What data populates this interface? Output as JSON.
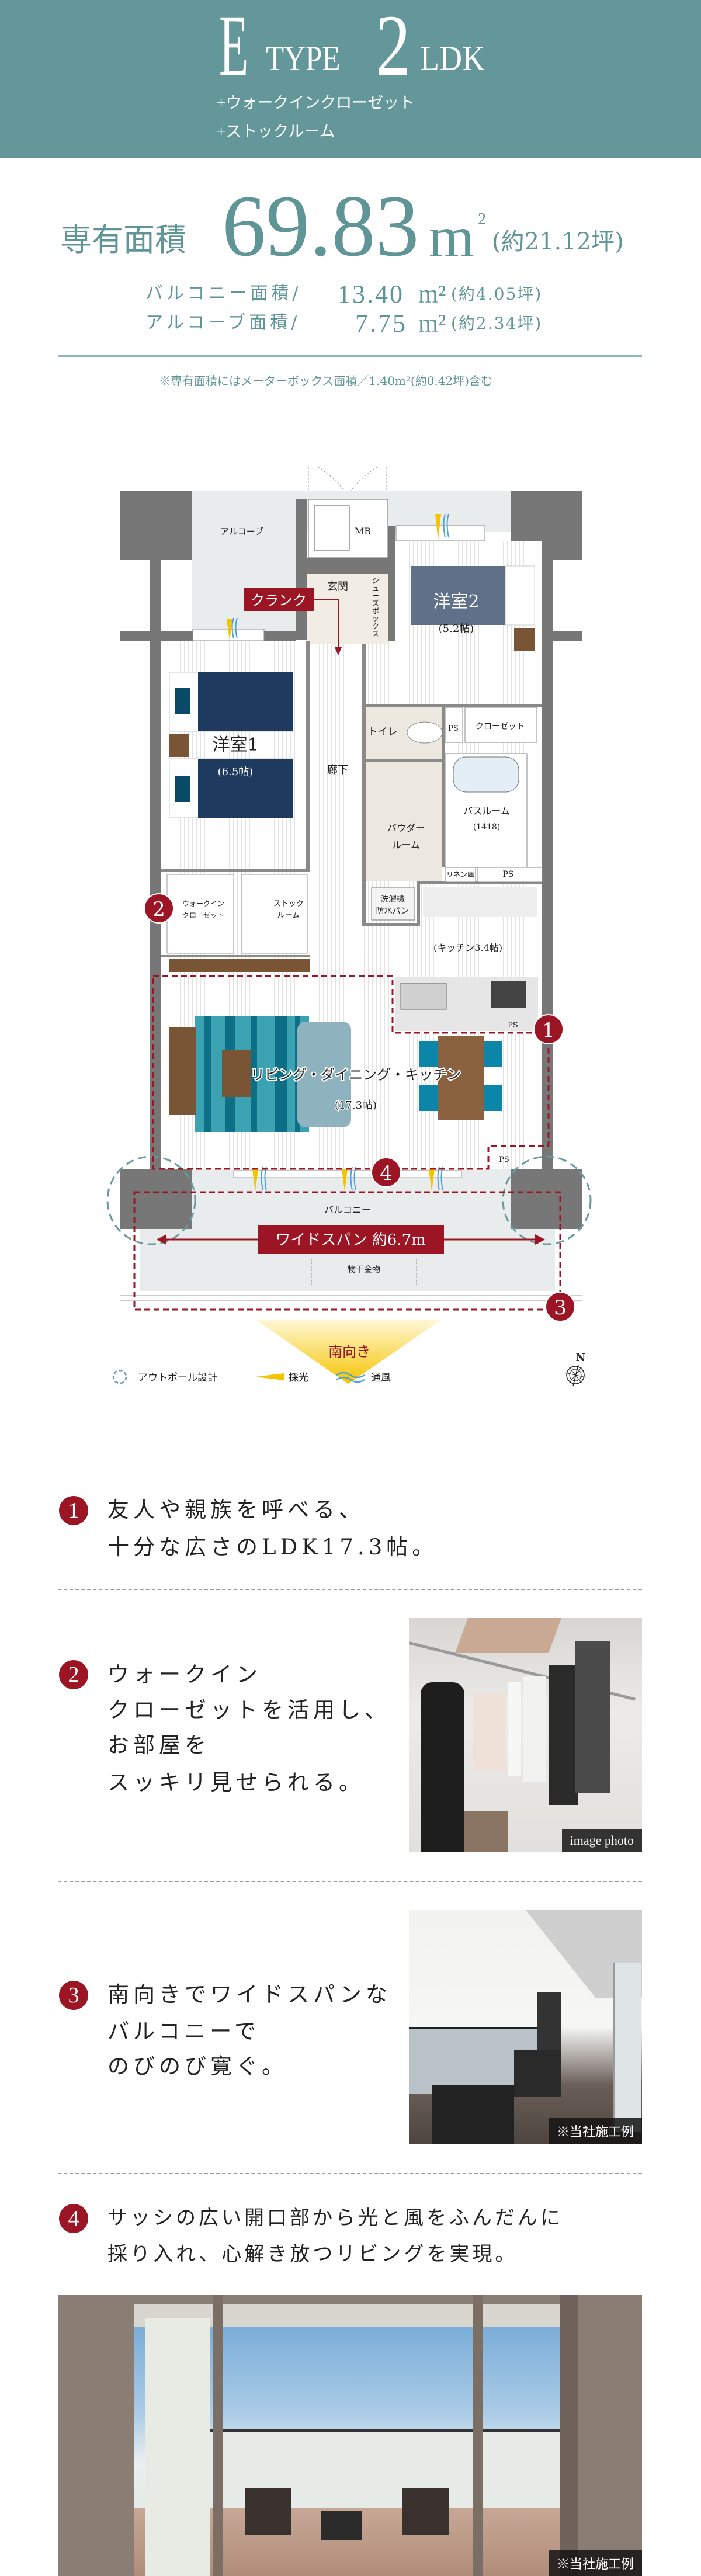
{
  "header": {
    "type_letter": "E",
    "type_word": "TYPE",
    "plan_number": "2",
    "plan_suffix": "LDK",
    "extras": [
      "+ウォークインクローゼット",
      "+ストックルーム"
    ]
  },
  "area": {
    "label": "専有面積",
    "value": "69.83",
    "unit": "m",
    "unit_sup": "2",
    "tsubo": "(約21.12坪)",
    "balcony": {
      "label": "バルコニー面積/",
      "value": "13.40",
      "unit": "m²",
      "tsubo": "(約4.05坪)"
    },
    "alcove": {
      "label": "アルコーブ面積/",
      "value": "7.75",
      "unit": "m²",
      "tsubo": "(約2.34坪)"
    },
    "note": "※専有面積にはメーターボックス面積／1.40m²(約0.42坪)含む"
  },
  "floorplan": {
    "alcove": "アルコーブ",
    "mb": "MB",
    "entrance": "玄関",
    "crank": "クランク",
    "shoebox": [
      "シ",
      "ュ",
      "ー",
      "ズ",
      "ボ",
      "ッ",
      "ク",
      "ス"
    ],
    "room2": "洋室2",
    "room2_size": "(5.2帖)",
    "room1": "洋室1",
    "room1_size": "(6.5帖)",
    "corridor": "廊下",
    "toilet": "トイレ",
    "ps": "PS",
    "closet": "クローゼット",
    "bathroom": "バスルーム",
    "bath_size": "(1418)",
    "powder": [
      "パウダー",
      "ルーム"
    ],
    "linen": "リネン庫",
    "washer": [
      "洗濯機",
      "防水パン"
    ],
    "wic": [
      "ウォークイン",
      "クローゼット"
    ],
    "stock": [
      "ストック",
      "ルーム"
    ],
    "kitchen": "(キッチン3.4帖)",
    "ldk": "リビング・ダイニング・キッチン",
    "ldk_size": "(17.3帖)",
    "balcony": "バルコニー",
    "wide_span": "ワイドスパン 約6.7m",
    "drying": "物干金物",
    "south": "南向き",
    "north": "N",
    "badges": [
      "1",
      "2",
      "3",
      "4"
    ]
  },
  "legend": {
    "outpole": "アウトポール設計",
    "light": "採光",
    "wind": "通風"
  },
  "features": [
    {
      "num": "1",
      "lines": [
        "友人や親族を呼べる、",
        "十分な広さのLDK17.3帖。"
      ]
    },
    {
      "num": "2",
      "lines": [
        "ウォークイン",
        "クローゼットを活用し、",
        "お部屋を",
        "スッキリ見せられる。"
      ],
      "caption": "image photo"
    },
    {
      "num": "3",
      "lines": [
        "南向きでワイドスパンな",
        "バルコニーで",
        "のびのび寛ぐ。"
      ],
      "caption": "※当社施工例"
    },
    {
      "num": "4",
      "lines": [
        "サッシの広い開口部から光と風をふんだんに",
        "採り入れ、心解き放つリビングを実現。"
      ],
      "caption": "※当社施工例"
    }
  ],
  "colors": {
    "teal": "#63979a",
    "accent_red": "#9b1524",
    "light_yellow": "#f5c400",
    "wind_blue": "#4aa3d8"
  }
}
